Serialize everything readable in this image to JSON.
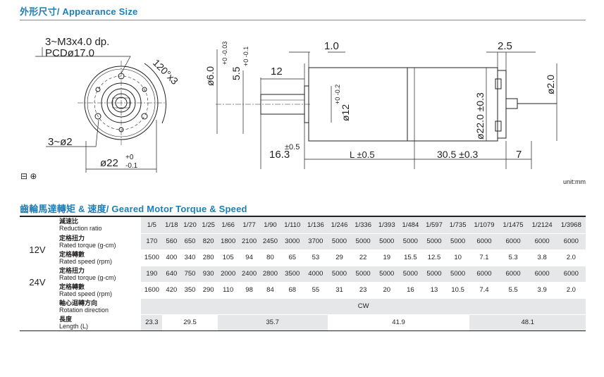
{
  "section1": {
    "title": "外形尺寸/ Appearance Size"
  },
  "section2": {
    "title": "齒輪馬達轉矩 & 速度/ Geared Motor Torque & Speed"
  },
  "drawing": {
    "hole_note_1": "3~M3x4.0  dp.",
    "hole_note_2": "PCDø17.0",
    "angle_note": "120°x3",
    "small_hole": "3~ø2",
    "flange_dia": "ø22",
    "flange_tol_up": "+0",
    "flange_tol_dn": "-0.1",
    "shaft_dia": "ø6.0",
    "shaft_tol": "+0 -0.03",
    "flat_dim": "5.5",
    "flat_tol": "+0 -0.1",
    "shaft_len": "12",
    "boss_thk": "1.0",
    "boss_dia": "ø12",
    "boss_tol": "+0 -0.2",
    "body_dia": "ø22.0 ±0.3",
    "pin_dia": "ø2.0",
    "rear_dim": "2.5",
    "len_16": "16.3",
    "len_16_tol": "±0.5",
    "len_L": "L ±0.5",
    "len_motor": "30.5 ±0.3",
    "len_7": "7"
  },
  "projection_symbol": "⊟ ⊕",
  "unit_label": "unit:mm",
  "table": {
    "ratio_label_zh": "減速比",
    "ratio_label_en": "Reduction ratio",
    "ratios": [
      "1/5",
      "1/18",
      "1/20",
      "1/25",
      "1/66",
      "1/77",
      "1/90",
      "1/110",
      "1/136",
      "1/246",
      "1/336",
      "1/393",
      "1/484",
      "1/597",
      "1/735",
      "1/1079",
      "1/1475",
      "1/2124",
      "1/3968"
    ],
    "torque_label_zh": "定格扭力",
    "torque_label_en": "Rated torque (g-cm)",
    "speed_label_zh": "定格轉數",
    "speed_label_en": "Rated speed (rpm)",
    "v12": {
      "label": "12V",
      "torque": [
        "170",
        "560",
        "650",
        "820",
        "1800",
        "2100",
        "2450",
        "3000",
        "3700",
        "5000",
        "5000",
        "5000",
        "5000",
        "5000",
        "5000",
        "6000",
        "6000",
        "6000",
        "6000"
      ],
      "speed": [
        "1500",
        "400",
        "340",
        "280",
        "105",
        "94",
        "80",
        "65",
        "53",
        "29",
        "22",
        "19",
        "15.5",
        "12.5",
        "10",
        "7.1",
        "5.3",
        "3.8",
        "2.0"
      ]
    },
    "v24": {
      "label": "24V",
      "torque": [
        "190",
        "640",
        "750",
        "930",
        "2000",
        "2400",
        "2800",
        "3500",
        "4000",
        "5000",
        "5000",
        "5000",
        "5000",
        "5000",
        "5000",
        "6000",
        "6000",
        "6000",
        "6000"
      ],
      "speed": [
        "1600",
        "420",
        "350",
        "290",
        "110",
        "98",
        "84",
        "68",
        "55",
        "31",
        "23",
        "20",
        "16",
        "13",
        "10.5",
        "7.4",
        "5.5",
        "3.9",
        "2.0"
      ]
    },
    "rotation_label_zh": "軸心迴轉方向",
    "rotation_label_en": "Rotation direction",
    "rotation_value": "CW",
    "length_label_zh": "長度",
    "length_label_en": "Length (L)",
    "lengths": [
      "23.3",
      "29.5",
      "35.7",
      "41.9",
      "48.1"
    ]
  }
}
